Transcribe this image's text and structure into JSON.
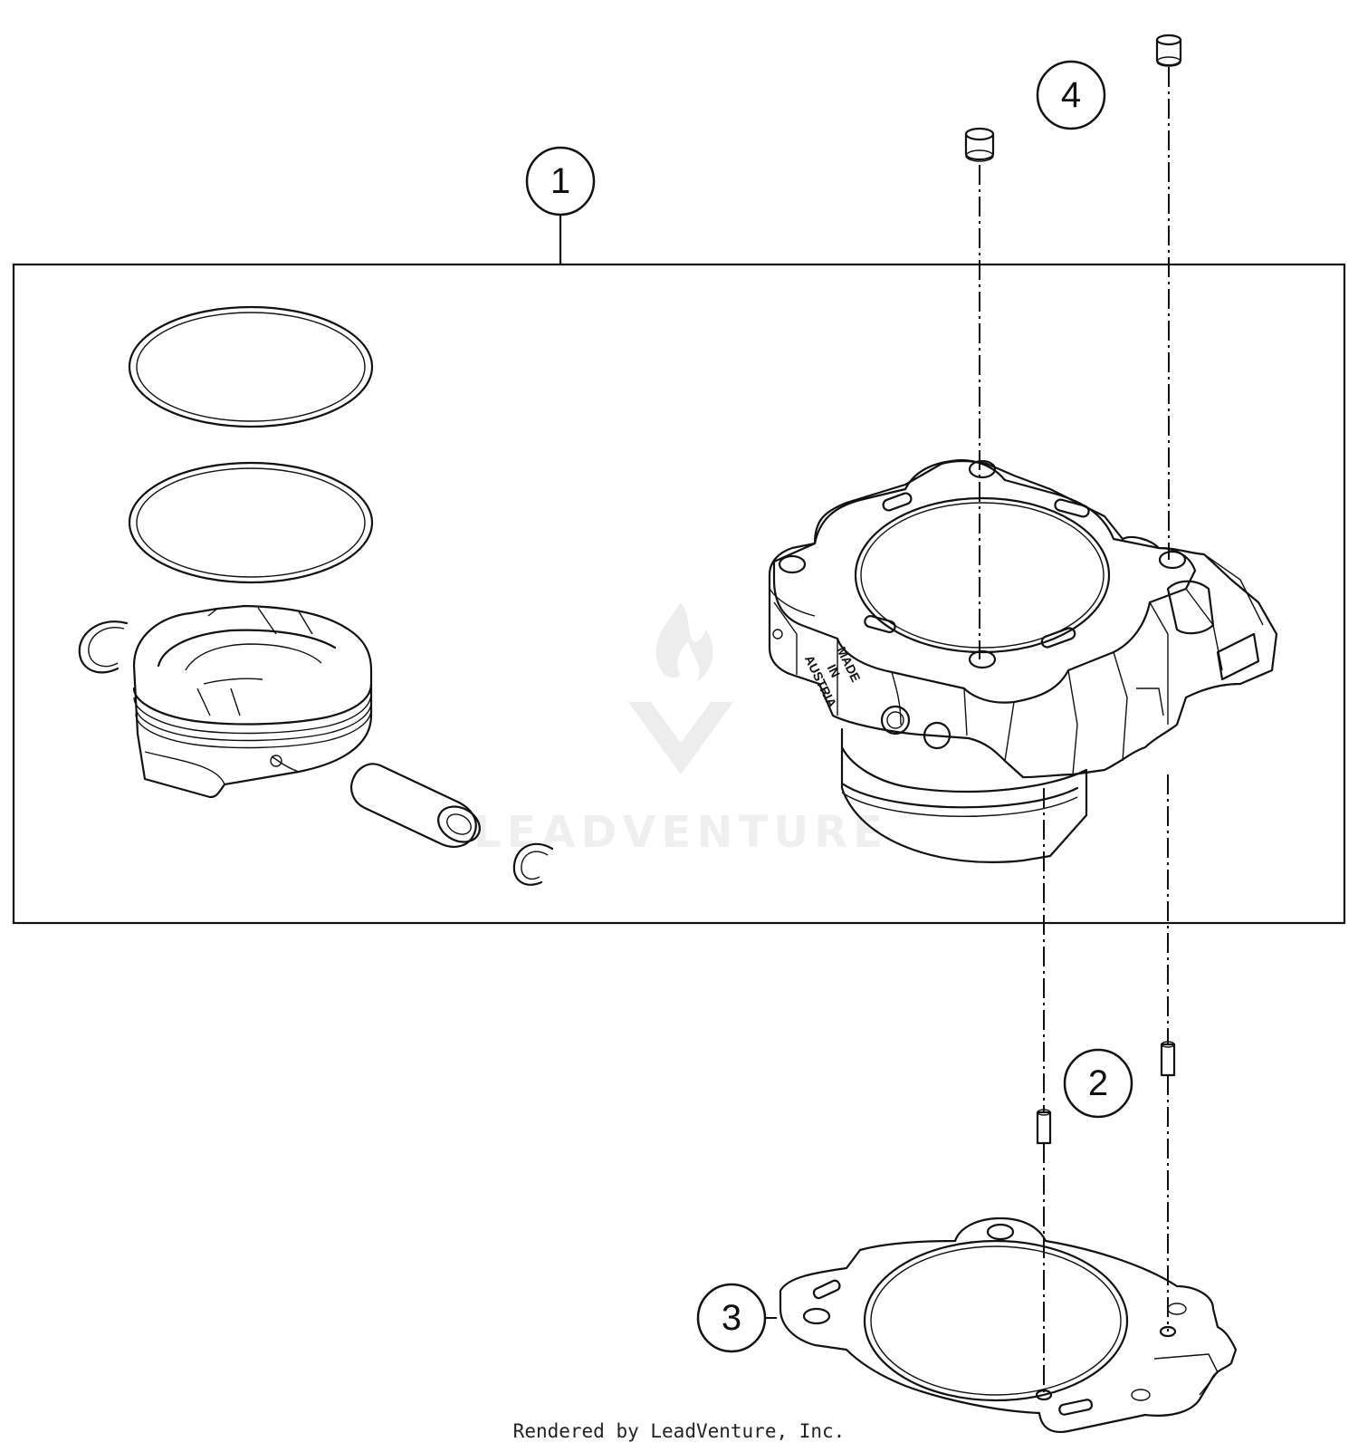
{
  "callouts": [
    {
      "number": "1"
    },
    {
      "number": "2"
    },
    {
      "number": "3"
    },
    {
      "number": "4"
    }
  ],
  "cylinder_stamp": {
    "line1": "MADE",
    "line2": "IN",
    "line3": "AUSTRIA"
  },
  "watermark": {
    "text": "LEADVENTURE"
  },
  "footer": {
    "credit": "Rendered by LeadVenture, Inc."
  }
}
